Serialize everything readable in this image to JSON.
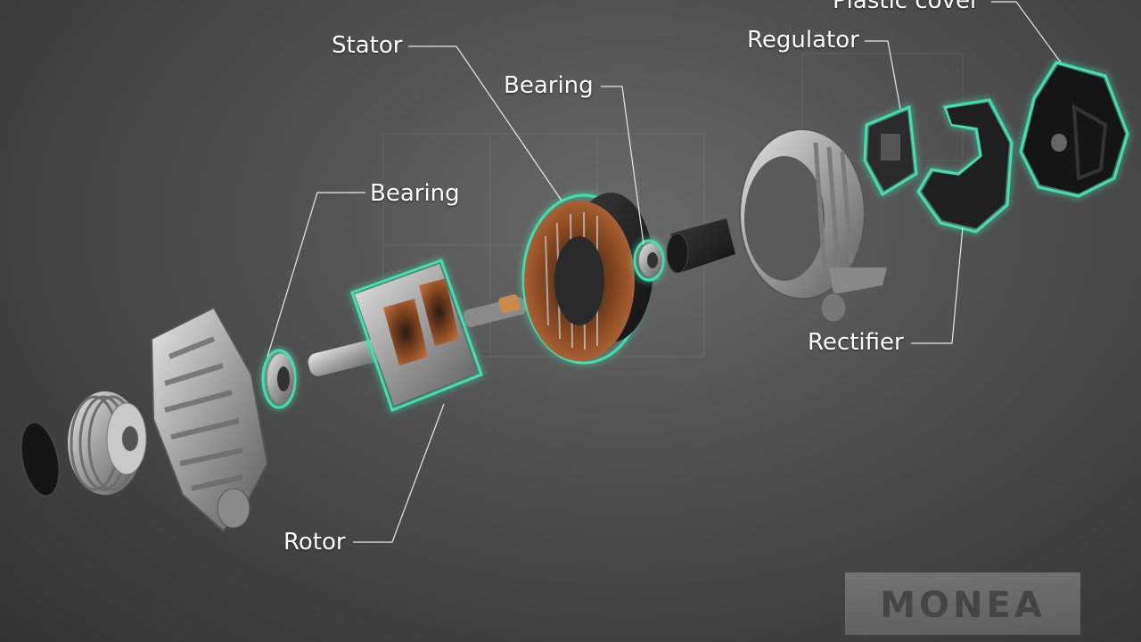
{
  "labels": {
    "plastic_cover": "Plastic cover",
    "regulator": "Regulator",
    "stator": "Stator",
    "bearing_right": "Bearing",
    "bearing_left": "Bearing",
    "rectifier": "Rectifier",
    "rotor": "Rotor"
  },
  "brand": {
    "logo": "MONEA"
  },
  "colors": {
    "highlight": "#3fe0b0",
    "label": "#ffffff",
    "leader": "#e8e8e8"
  }
}
